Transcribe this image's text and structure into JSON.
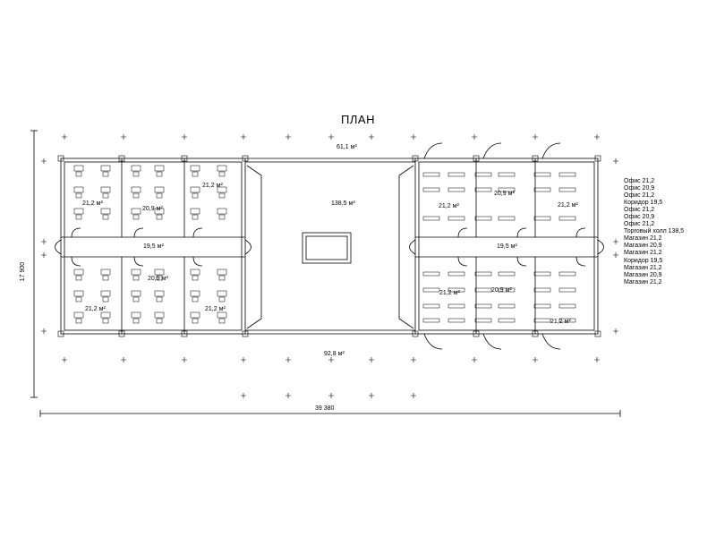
{
  "title": "ПЛАН",
  "area_unit": "м²",
  "rooms": [
    {
      "id": "top-hall-strip",
      "area": "61,1"
    },
    {
      "id": "trade-hall",
      "area": "138,5"
    },
    {
      "id": "bottom-hall-strip",
      "area": "92,8"
    },
    {
      "id": "office-top-1",
      "area": "21,2"
    },
    {
      "id": "office-top-2",
      "area": "20,9"
    },
    {
      "id": "office-top-3",
      "area": "21,2"
    },
    {
      "id": "corridor-left",
      "area": "19,5"
    },
    {
      "id": "office-bottom-1",
      "area": "21,2"
    },
    {
      "id": "office-bottom-2",
      "area": "20,9"
    },
    {
      "id": "office-bottom-3",
      "area": "21,2"
    },
    {
      "id": "shop-top-1",
      "area": "21,2"
    },
    {
      "id": "shop-top-2",
      "area": "20,9"
    },
    {
      "id": "shop-top-3",
      "area": "21,2"
    },
    {
      "id": "corridor-right",
      "area": "19,5"
    },
    {
      "id": "shop-bottom-1",
      "area": "21,2"
    },
    {
      "id": "shop-bottom-2",
      "area": "20,9"
    },
    {
      "id": "shop-bottom-3",
      "area": "21,2"
    }
  ],
  "legend": [
    "Офис 21,2",
    "Офис 20,9",
    "Офис 21,2",
    "Коридор 19,5",
    "Офис 21,2",
    "Офис 20,9",
    "Офис 21,2",
    "Торговый холл 138,5",
    "Магазин 21,2",
    "Магазин 20,9",
    "Магазин 21,2",
    "Коридор 19,5",
    "Магазин 21,2",
    "Магазин 20,9",
    "Магазин 21,2"
  ],
  "dimensions": {
    "width": "39 380",
    "height": "17 900"
  }
}
